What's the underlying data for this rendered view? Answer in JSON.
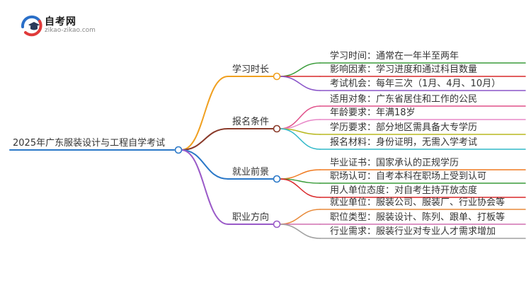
{
  "logo": {
    "title": "自考网",
    "subtitle": "zikao-zikao.com"
  },
  "root": "2025年广东服装设计与工程自学考试",
  "branches": [
    {
      "label": "学习时长",
      "color": "#f0a020",
      "leaves": [
        {
          "text": "学习时间：通常在一年半至两年",
          "color": "#3a9c3a"
        },
        {
          "text": "影响因素：学习进度和通过科目数量",
          "color": "#d9282a"
        },
        {
          "text": "考试机会：每年三次（1月、4月、10月）",
          "color": "#8a55c9"
        }
      ]
    },
    {
      "label": "报名条件",
      "color": "#8a3a2a",
      "leaves": [
        {
          "text": "适用对象：广东省居住和工作的公民",
          "color": "#e0508a"
        },
        {
          "text": "年龄要求：年满18岁",
          "color": "#e888c8"
        },
        {
          "text": "学历要求：部分地区需具备大专学历",
          "color": "#b8b820"
        },
        {
          "text": "报名材料：身份证明，无需入学考试",
          "color": "#30b8c8"
        }
      ]
    },
    {
      "label": "就业前景",
      "color": "#2a78c8",
      "leaves": [
        {
          "text": "毕业证书：国家承认的正规学历",
          "color": "#f07a20"
        },
        {
          "text": "职场认可：自考本科在职场上受到认可",
          "color": "#3a9c3a"
        },
        {
          "text": "用人单位态度：对自考生持开放态度",
          "color": "#d9282a"
        }
      ]
    },
    {
      "label": "职业方向",
      "color": "#9a5ac8",
      "leaves": [
        {
          "text": "就业单位：服装公司、服装厂、行业协会等",
          "color": "#e88a3a"
        },
        {
          "text": "职位类型：服装设计、陈列、跟单、打板等",
          "color": "#d070b0"
        },
        {
          "text": "行业需求：服装行业对专业人才需求增加",
          "color": "#a0a0a0"
        }
      ]
    }
  ]
}
